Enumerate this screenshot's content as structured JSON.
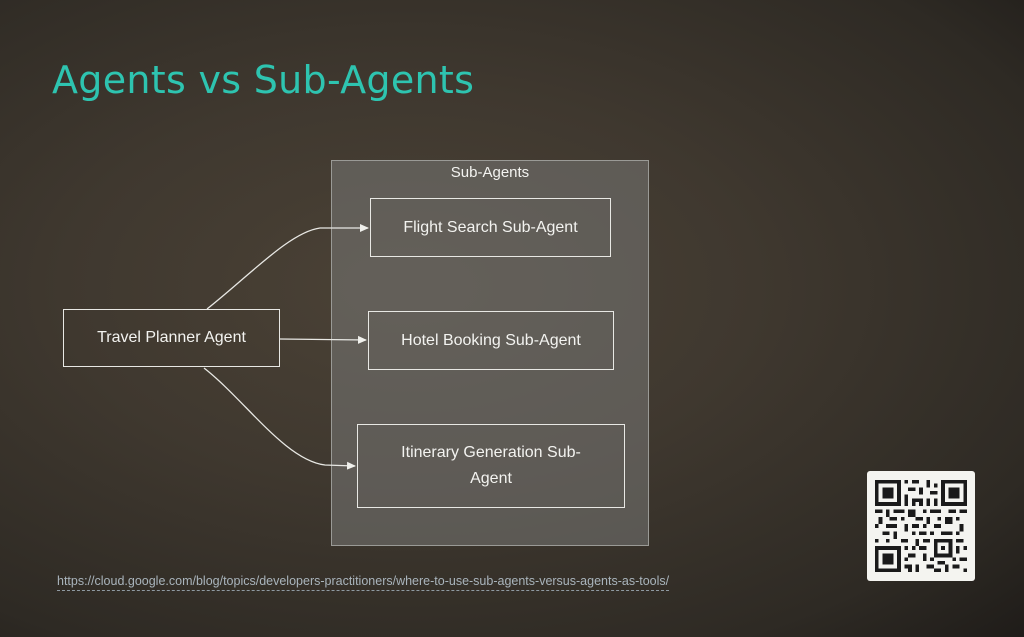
{
  "slide": {
    "title": "Agents vs Sub-Agents",
    "group_label": "Sub-Agents",
    "source_node": "Travel Planner Agent",
    "sub_agents": [
      "Flight Search Sub-Agent",
      "Hotel Booking Sub-Agent",
      "Itinerary Generation Sub-Agent"
    ],
    "url": "https://cloud.google.com/blog/topics/developers-practitioners/where-to-use-sub-agents-versus-agents-as-tools/",
    "colors": {
      "title": "#2ec4b0",
      "background": "#3f382f",
      "group_box": "#7a7a76",
      "node_border": "#e8e8e4"
    }
  }
}
